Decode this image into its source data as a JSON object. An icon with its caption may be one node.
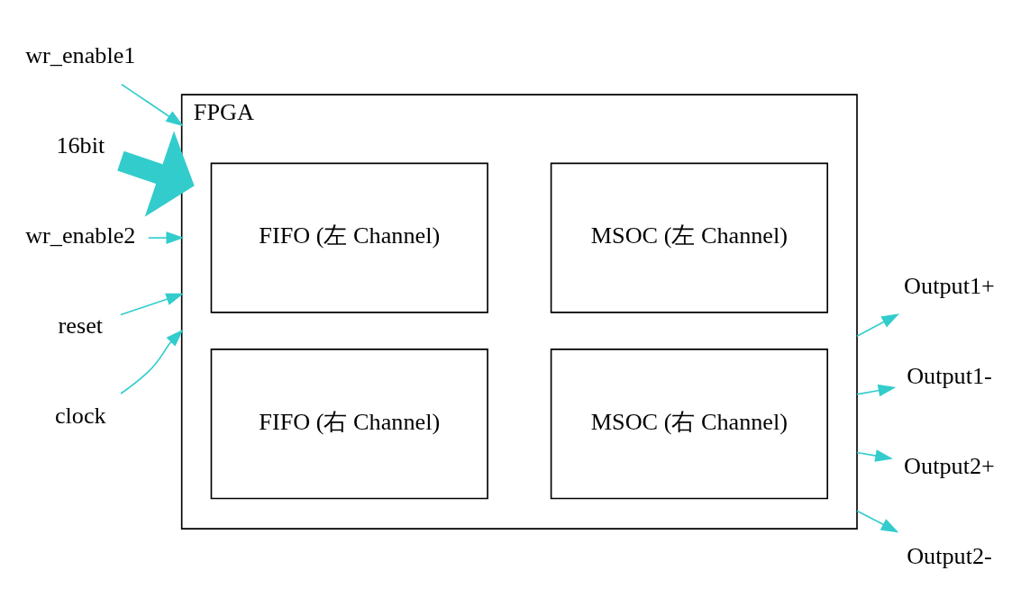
{
  "diagram": {
    "nodes": [
      {
        "text": [
          "FPGA"
        ]
      },
      {
        "text": [
          "FIFO (左 Channel)"
        ],
        "in": 0
      },
      {
        "text": [
          "MSOC (左 Channel)"
        ],
        "in": 0
      },
      {
        "text": [
          "FIFO (右 Channel)"
        ],
        "in": 0
      },
      {
        "text": [
          "MSOC (右 Channel)"
        ],
        "in": 0
      },
      {
        "text": [
          "wr_enable1"
        ]
      },
      {
        "text": [
          "16bit"
        ]
      },
      {
        "text": [
          "wr_enable2"
        ]
      },
      {
        "text": [
          "reset"
        ]
      },
      {
        "text": [
          "clock"
        ]
      },
      {
        "text": [
          "Output1+"
        ]
      },
      {
        "text": [
          "Output1-"
        ]
      },
      {
        "text": [
          "Output2+"
        ]
      },
      {
        "text": [
          "Output2-"
        ]
      }
    ],
    "edges": [
      {
        "from": 5,
        "to": 0,
        "arrow": "to"
      },
      {
        "from": 6,
        "to": 0,
        "arrow": "to",
        "style": "thick"
      },
      {
        "from": 7,
        "to": 0,
        "arrow": "to"
      },
      {
        "from": 8,
        "to": 0,
        "arrow": "to"
      },
      {
        "from": 9,
        "to": 0,
        "arrow": "to"
      },
      {
        "from": 0,
        "to": 10,
        "arrow": "to"
      },
      {
        "from": 0,
        "to": 11,
        "arrow": "to"
      },
      {
        "from": 0,
        "to": 12,
        "arrow": "to"
      },
      {
        "from": 0,
        "to": 13,
        "arrow": "to"
      }
    ]
  }
}
